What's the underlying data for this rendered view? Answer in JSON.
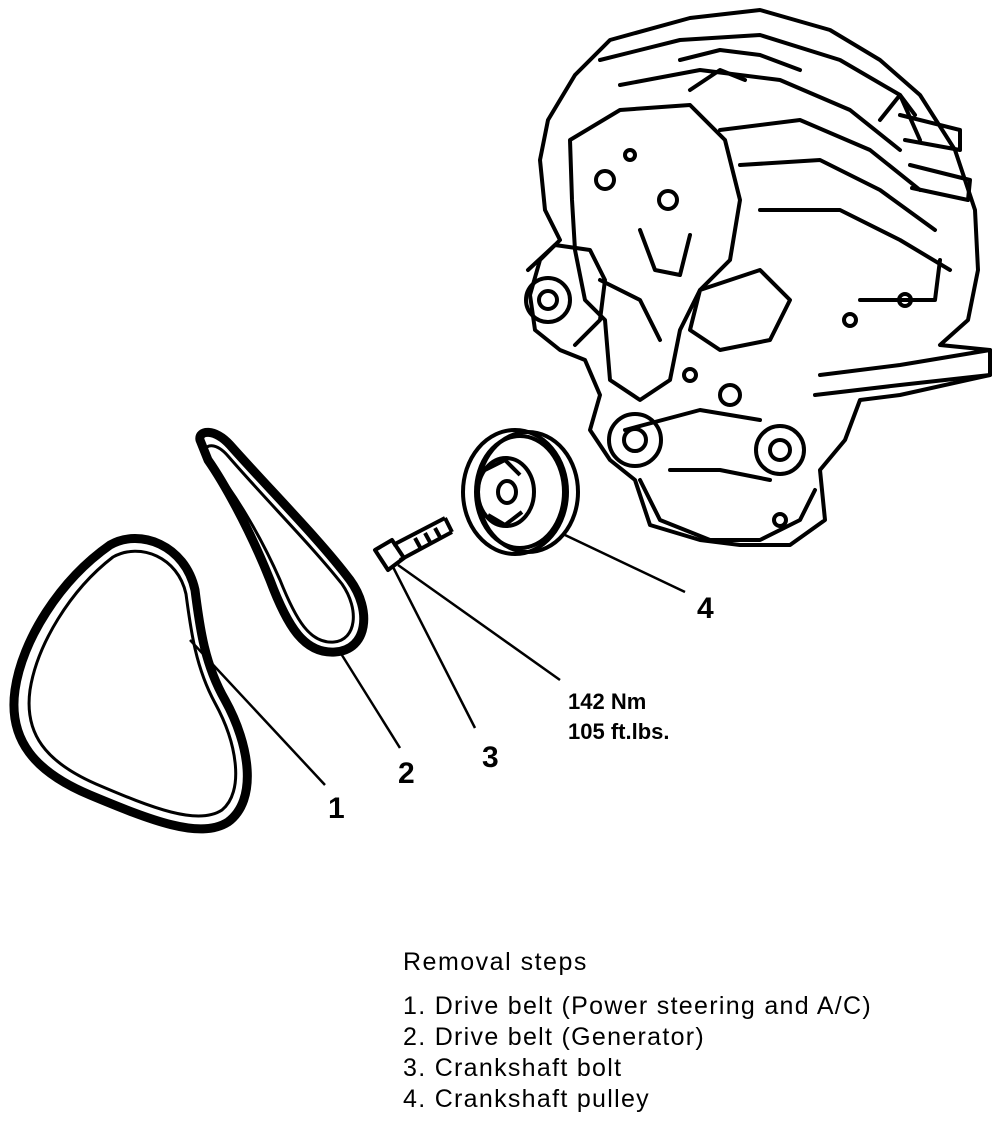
{
  "callouts": {
    "belt_ps_ac": "1",
    "belt_generator": "2",
    "crank_bolt": "3",
    "crank_pulley": "4"
  },
  "torque": {
    "metric": "142 Nm",
    "imperial": "105 ft.lbs."
  },
  "legend": {
    "title": "Removal steps",
    "steps": [
      "1. Drive belt (Power steering and A/C)",
      "2. Drive belt (Generator)",
      "3. Crankshaft bolt",
      "4. Crankshaft pulley"
    ]
  }
}
